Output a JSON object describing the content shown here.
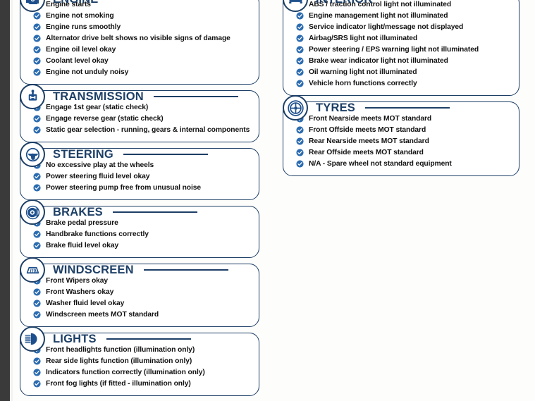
{
  "theme": {
    "border_color": "#1d3f66",
    "heading_color": "#1d3f66",
    "tick_color": "#2c6cb0",
    "text_color": "#121212",
    "page_background": "#fdfdfc"
  },
  "columns": {
    "left": [
      {
        "id": "engine",
        "title": "ENGINE",
        "icon": "engine-icon",
        "items": [
          "Engine starts",
          "Engine not smoking",
          "Engine runs smoothly",
          "Alternator drive belt shows no visible signs of damage",
          "Engine oil level okay",
          "Coolant level okay",
          "Engine not unduly noisy"
        ]
      },
      {
        "id": "transmission",
        "title": "TRANSMISSION",
        "icon": "gear-shifter-icon",
        "items": [
          "Engage 1st gear (static check)",
          "Engage reverse gear (static check)",
          "Static gear selection - running, gears & internal components"
        ]
      },
      {
        "id": "steering",
        "title": "STEERING",
        "icon": "steering-wheel-icon",
        "items": [
          "No excessive play at the wheels",
          "Power steering fluid level okay",
          "Power steering pump free from unusual noise"
        ]
      },
      {
        "id": "brakes",
        "title": "BRAKES",
        "icon": "brake-disc-icon",
        "items": [
          "Brake pedal pressure",
          "Handbrake functions correctly",
          "Brake fluid level okay"
        ]
      },
      {
        "id": "windscreen",
        "title": "WINDSCREEN",
        "icon": "windscreen-icon",
        "items": [
          "Front Wipers okay",
          "Front Washers okay",
          "Washer fluid level okay",
          "Windscreen meets MOT standard"
        ]
      },
      {
        "id": "lights",
        "title": "LIGHTS",
        "icon": "headlight-icon",
        "items": [
          "Front headlights function (illumination only)",
          "Rear side lights function (illumination only)",
          "Indicators function correctly (illumination only)",
          "Front fog lights (if fitted - illumination only)"
        ]
      }
    ],
    "right": [
      {
        "id": "interior",
        "title": "INTERIOR",
        "icon": "car-interior-icon",
        "items": [
          "ABS / traction control light not illuminated",
          "Engine management light not illuminated",
          "Service indicator light/message not displayed",
          "Airbag/SRS light not illuminated",
          "Power steering / EPS warning light not illuminated",
          "Brake wear indicator light not illuminated",
          "Oil warning light not illuminated",
          "Vehicle horn functions correctly"
        ]
      },
      {
        "id": "tyres",
        "title": "TYRES",
        "icon": "wheel-icon",
        "items": [
          "Front Nearside meets MOT standard",
          "Front Offside meets MOT standard",
          "Rear Nearside meets MOT standard",
          "Rear Offside meets MOT standard",
          "N/A - Spare wheel not standard equipment"
        ]
      }
    ]
  }
}
